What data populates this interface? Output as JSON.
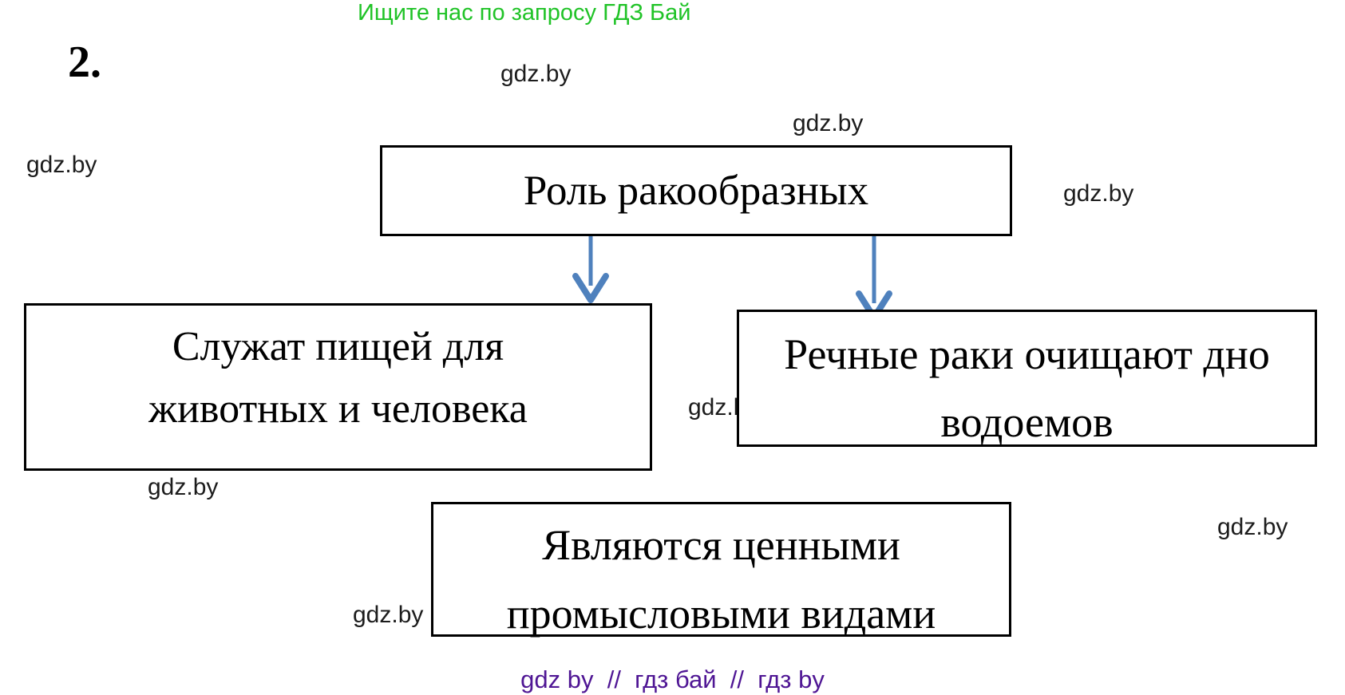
{
  "header": {
    "promo_text": "Ищите нас по запросу ГДЗ Бай",
    "color": "#20c327"
  },
  "exercise_number": "2.",
  "watermark_text": "gdz.by",
  "diagram": {
    "root": {
      "label": "Роль ракообразных"
    },
    "children": [
      {
        "lines": [
          "Служат пищей для",
          "животных и человека"
        ]
      },
      {
        "lines": [
          "Речные раки очищают дно",
          "водоемов"
        ]
      },
      {
        "lines": [
          "Являются ценными",
          "промысловыми видами"
        ]
      }
    ],
    "arrow_color": "#4f81bd",
    "border_color": "#000000"
  },
  "footer": {
    "text": "gdz by  //  гдз бай  //  гдз by",
    "color": "#4f1694"
  }
}
